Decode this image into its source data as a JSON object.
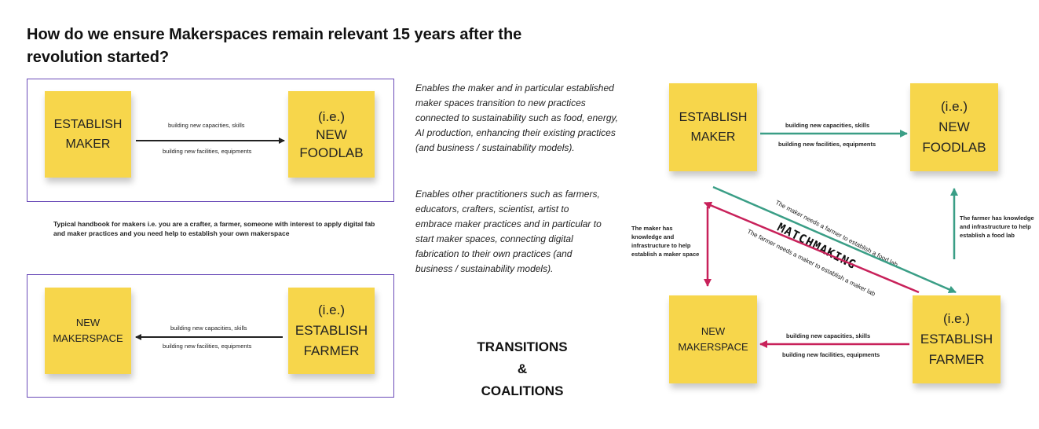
{
  "title": "How do we ensure Makerspaces remain relevant 15 years after the revolution started?",
  "left_top": {
    "from_note": "ESTABLISH\nMAKER",
    "to_note": "(i.e.)\nNEW\nFOODLAB",
    "label_above": "building new capacities, skills",
    "label_below": "building new facilities, equipments"
  },
  "handbook_note": "Typical handbook for makers i.e. you are a crafter, a farmer, someone with interest to apply digital fab and maker practices and you need help to establish your own makerspace",
  "left_bottom": {
    "from_note": "NEW\nMAKERSPACE",
    "to_note": "(i.e.)\nESTABLISH\nFARMER",
    "label_above": "building new capacities, skills",
    "label_below": "building new facilities, equipments"
  },
  "description_1": "Enables the maker and in particular established maker spaces transition to new practices connected to sustainability such as food, energy, AI production, enhancing their existing practices (and business  / sustainability models).",
  "description_2": "Enables other practitioners such as farmers, educators, crafters, scientist, artist to embrace maker practices and in particular to start maker spaces, connecting digital fabrication to their own practices (and business / sustainability models).",
  "center_heading": {
    "line1": "TRANSITIONS",
    "line2": "&",
    "line3": "COALITIONS"
  },
  "right": {
    "establish_maker": "ESTABLISH\nMAKER",
    "new_foodlab": "(i.e.)\nNEW\nFOODLAB",
    "new_makerspace": "NEW\nMAKERSPACE",
    "establish_farmer": "(i.e.)\nESTABLISH\nFARMER",
    "top_label_above": "building new capacities, skills",
    "top_label_below": "building new facilities, equipments",
    "bottom_label_above": "building new capacities, skills",
    "bottom_label_below": "building new facilities, equipments",
    "maker_knowledge_note": "The maker has knowledge and infrastructure to help establish a maker space",
    "farmer_knowledge_note": "The farmer has knowledge and infrastructure to help establish a food lab",
    "diag_green_label": "The maker needs a farmer to establish a food lab",
    "diag_red_label": "The farmer needs a maker to establish a maker lab",
    "matchmaking": "MATCHMAKING"
  },
  "colors": {
    "sticky": "#f7d64b",
    "frame": "#6a4bb8",
    "green_arrow": "#3a9e86",
    "red_arrow": "#c8215a",
    "black_arrow": "#222222"
  }
}
